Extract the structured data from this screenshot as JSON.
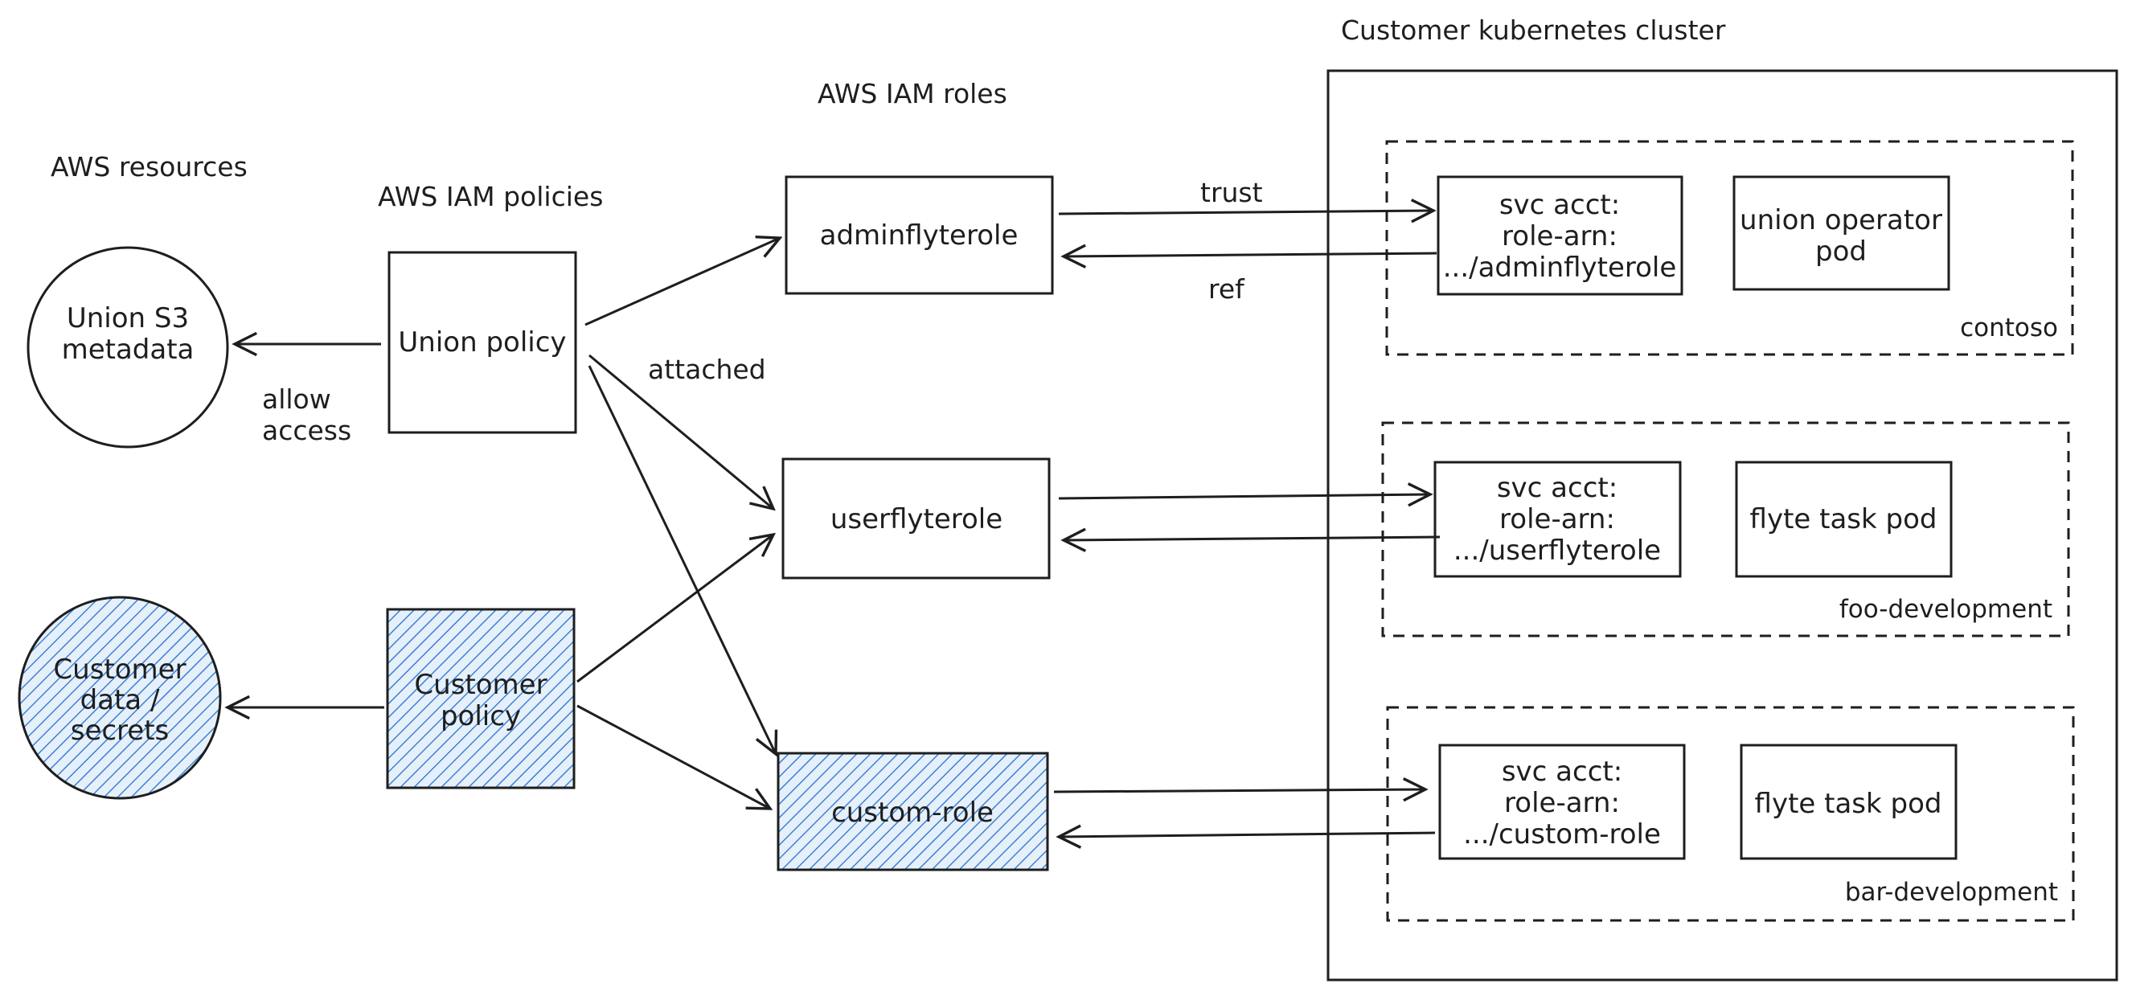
{
  "sections": {
    "aws_resources": "AWS resources",
    "iam_policies": "AWS IAM policies",
    "iam_roles": "AWS IAM roles",
    "k8s_cluster": "Customer kubernetes cluster"
  },
  "resources": {
    "union_s3": [
      "Union S3",
      "metadata"
    ],
    "customer_data": [
      "Customer",
      "data /",
      "secrets"
    ]
  },
  "policies": {
    "union": [
      "Union policy"
    ],
    "customer": [
      "Customer",
      "policy"
    ]
  },
  "roles": {
    "admin": "adminflyterole",
    "user": "userflyterole",
    "custom": "custom-role"
  },
  "namespaces": [
    {
      "name": "contoso",
      "svc_acct": [
        "svc acct:",
        "role-arn:",
        ".../adminflyterole"
      ],
      "pod": [
        "union operator",
        "pod"
      ]
    },
    {
      "name": "foo-development",
      "svc_acct": [
        "svc acct:",
        "role-arn:",
        ".../userflyterole"
      ],
      "pod": [
        "flyte task pod"
      ]
    },
    {
      "name": "bar-development",
      "svc_acct": [
        "svc acct:",
        "role-arn:",
        ".../custom-role"
      ],
      "pod": [
        "flyte task pod"
      ]
    }
  ],
  "edge_labels": {
    "allow_access": [
      "allow",
      "access"
    ],
    "attached": "attached",
    "trust": "trust",
    "ref": "ref"
  },
  "colors": {
    "stroke": "#1e1e1e",
    "hatch": "#3b82d6",
    "hatch_bg": "#e6f0fb"
  }
}
